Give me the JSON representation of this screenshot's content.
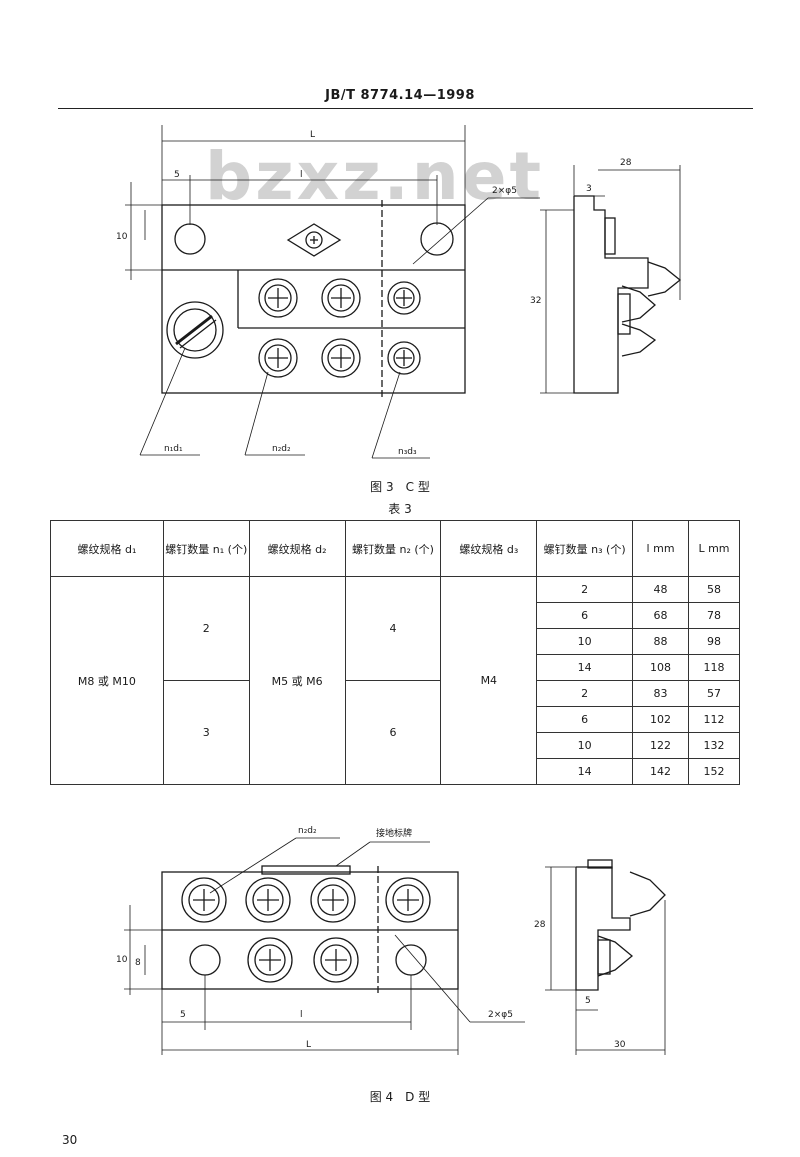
{
  "header": {
    "standard": "JB/T 8774.14—1998"
  },
  "watermark": "bzxz.net",
  "figure3": {
    "caption": "图 3　C 型",
    "dims": {
      "L": "L",
      "l": "l",
      "five": "5",
      "d5": "2×φ5",
      "twenty_eight": "28",
      "three": "3",
      "ten": "10",
      "thirty_two": "32",
      "n1d1": "n₁d₁",
      "n2d2": "n₂d₂",
      "n3d3": "n₃d₃"
    }
  },
  "table3": {
    "title": "表 3",
    "headers": [
      "螺纹规格 d₁",
      "螺钉数量 n₁ (个)",
      "螺纹规格 d₂",
      "螺钉数量 n₂ (个)",
      "螺纹规格 d₃",
      "螺钉数量 n₃ (个)",
      "l mm",
      "L mm"
    ],
    "left_cols": {
      "d1": "M8 或 M10",
      "n1_top": "2",
      "n1_bottom": "3",
      "d2": "M5 或 M6",
      "n2_top": "4",
      "n2_bottom": "6",
      "d3": "M4"
    },
    "rows": [
      {
        "n3": "2",
        "l": "48",
        "L": "58"
      },
      {
        "n3": "6",
        "l": "68",
        "L": "78"
      },
      {
        "n3": "10",
        "l": "88",
        "L": "98"
      },
      {
        "n3": "14",
        "l": "108",
        "L": "118"
      },
      {
        "n3": "2",
        "l": "83",
        "L": "57"
      },
      {
        "n3": "6",
        "l": "102",
        "L": "112"
      },
      {
        "n3": "10",
        "l": "122",
        "L": "132"
      },
      {
        "n3": "14",
        "l": "142",
        "L": "152"
      }
    ]
  },
  "figure4": {
    "caption": "图 4　D 型",
    "dims": {
      "n2d2": "n₂d₂",
      "ground_mark": "接地标牌",
      "d5": "2×φ5",
      "ten": "10",
      "eight": "8",
      "five": "5",
      "l": "l",
      "L": "L",
      "twenty_eight": "28",
      "thirty": "30"
    }
  },
  "page_number": "30"
}
